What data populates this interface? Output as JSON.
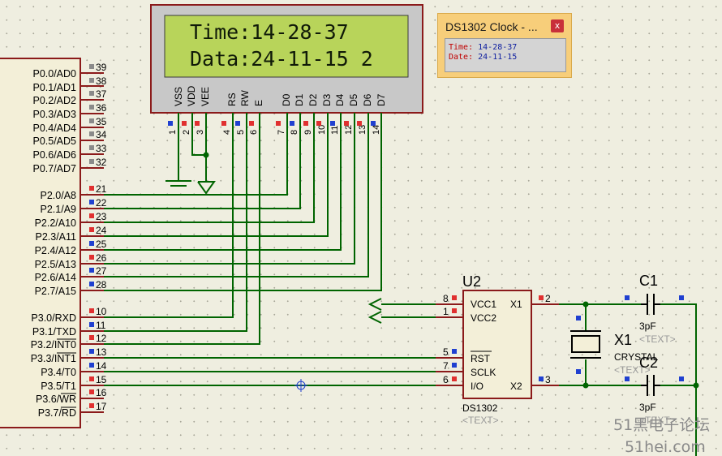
{
  "lcd": {
    "line1": "Time:14-28-37",
    "line2": "Data:24-11-15 2",
    "pins": [
      "VSS",
      "VDD",
      "VEE",
      "RS",
      "RW",
      "E",
      "D0",
      "D1",
      "D2",
      "D3",
      "D4",
      "D5",
      "D6",
      "D7"
    ],
    "pin_numbers": [
      "1",
      "2",
      "3",
      "4",
      "5",
      "6",
      "7",
      "8",
      "9",
      "10",
      "11",
      "12",
      "13",
      "14"
    ]
  },
  "popup": {
    "title": "DS1302 Clock - ...",
    "close": "x",
    "time_label": "Time:",
    "time_value": "14-28-37",
    "date_label": "Date:",
    "date_value": "24-11-15"
  },
  "mcu": {
    "port0": [
      "P0.0/AD0",
      "P0.1/AD1",
      "P0.2/AD2",
      "P0.3/AD3",
      "P0.4/AD4",
      "P0.5/AD5",
      "P0.6/AD6",
      "P0.7/AD7"
    ],
    "port0_nums": [
      "39",
      "38",
      "37",
      "36",
      "35",
      "34",
      "33",
      "32"
    ],
    "port2": [
      "P2.0/A8",
      "P2.1/A9",
      "P2.2/A10",
      "P2.3/A11",
      "P2.4/A12",
      "P2.5/A13",
      "P2.6/A14",
      "P2.7/A15"
    ],
    "port2_nums": [
      "21",
      "22",
      "23",
      "24",
      "25",
      "26",
      "27",
      "28"
    ],
    "port3": [
      "P3.0/RXD",
      "P3.1/TXD",
      "P3.2/INT0",
      "P3.3/INT1",
      "P3.4/T0",
      "P3.5/T1",
      "P3.6/WR",
      "P3.7/RD"
    ],
    "port3_nums": [
      "10",
      "11",
      "12",
      "13",
      "14",
      "15",
      "16",
      "17"
    ]
  },
  "u2": {
    "ref": "U2",
    "part": "DS1302",
    "text": "<TEXT>",
    "pins_left": [
      "VCC1",
      "VCC2",
      "RST",
      "SCLK",
      "I/O"
    ],
    "pins_left_nums": [
      "8",
      "1",
      "5",
      "7",
      "6"
    ],
    "pins_right": [
      "X1",
      "X2"
    ],
    "pins_right_nums": [
      "2",
      "3"
    ]
  },
  "c1": {
    "ref": "C1",
    "value": "3pF",
    "text": "<TEXT>"
  },
  "c2": {
    "ref": "C2",
    "value": "3pF",
    "text": "<TEXT>"
  },
  "x1": {
    "ref": "X1",
    "value": "CRYSTAL",
    "text": "<TEXT>"
  },
  "watermark": {
    "line1": "51黑电子论坛",
    "line2": "51hei.com"
  },
  "colors": {
    "wire": "#006400",
    "outline": "#8b1a1a",
    "lcd_bg": "#b8d45a",
    "pin_red": "#e03030",
    "pin_blue": "#2040d0"
  }
}
